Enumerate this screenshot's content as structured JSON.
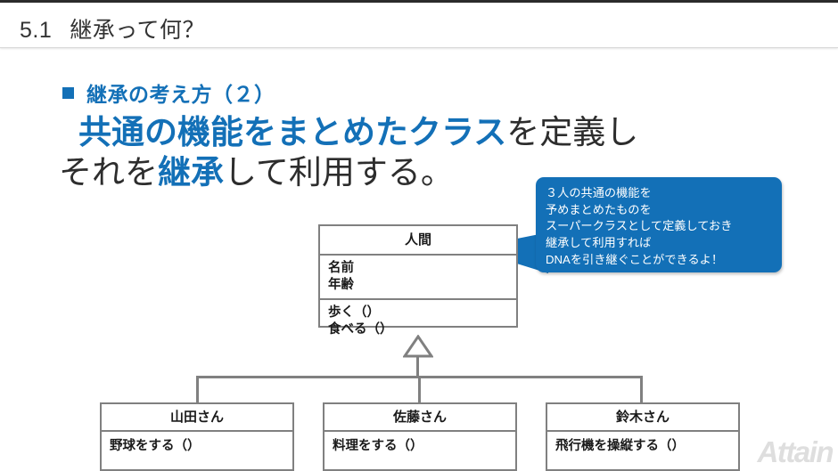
{
  "slide": {
    "header": {
      "number": "5.1",
      "title": "継承って何？"
    },
    "bullet": {
      "label": "継承の考え方（２）"
    },
    "statement": {
      "line1_highlight": "共通の機能をまとめたクラス",
      "line1_rest": "を定義し",
      "line2_pre": "それを",
      "line2_highlight": "継承",
      "line2_post": "して利用する。"
    },
    "callout": {
      "text": "３人の共通の機能を\n予めまとめたものを\nスーパークラスとして定義しておき\n継承して利用すれば\nDNAを引き継ぐことができるよ！"
    },
    "logo": "Attain"
  },
  "diagram": {
    "superclass": {
      "name": "人間",
      "attributes": "名前\n年齢",
      "operations": "歩く（）\n食べる（）"
    },
    "subclasses": [
      {
        "name": "山田さん",
        "operation": "野球をする（）"
      },
      {
        "name": "佐藤さん",
        "operation": "料理をする（）"
      },
      {
        "name": "鈴木さん",
        "operation": "飛行機を操縦する（）"
      }
    ]
  },
  "colors": {
    "accent_blue": "#1370b7",
    "box_border": "#808080",
    "text_dark": "#2d2d2d",
    "logo_gray": "#dedede"
  }
}
